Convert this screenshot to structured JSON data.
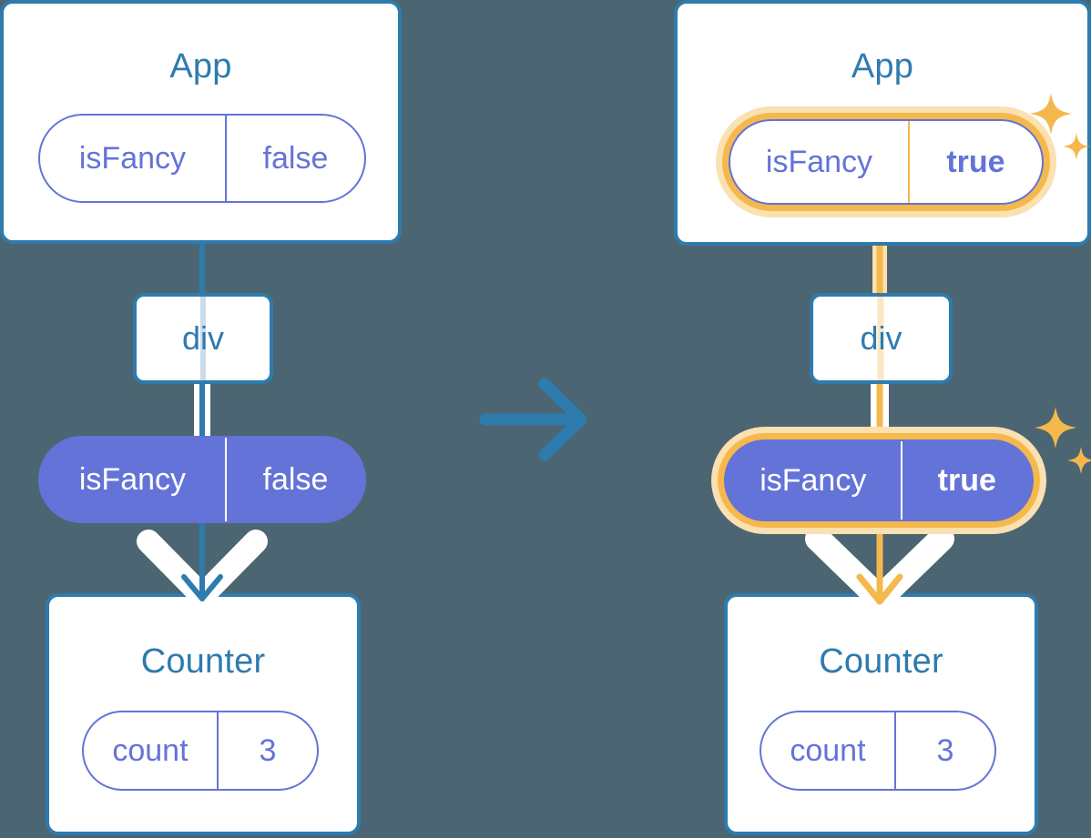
{
  "diagram": {
    "type": "react-state-propagation",
    "background_color": "#4C6572",
    "accent_blue": "#2E7BAE",
    "accent_purple": "#6473D8",
    "accent_orange": "#F5B84C",
    "accent_orange_glow": "#FBE0B0",
    "transition_arrow": "right-arrow"
  },
  "left": {
    "app": {
      "title": "App",
      "state_pill": {
        "key": "isFancy",
        "value": "false",
        "style": "outline",
        "highlighted": false
      }
    },
    "div": {
      "label": "div"
    },
    "prop_pill": {
      "key": "isFancy",
      "value": "false",
      "style": "filled",
      "highlighted": false
    },
    "counter": {
      "title": "Counter",
      "state_pill": {
        "key": "count",
        "value": "3",
        "style": "outline",
        "highlighted": false
      }
    },
    "connector_color": "#2E7BAE"
  },
  "right": {
    "app": {
      "title": "App",
      "state_pill": {
        "key": "isFancy",
        "value": "true",
        "style": "outline",
        "highlighted": true
      }
    },
    "div": {
      "label": "div"
    },
    "prop_pill": {
      "key": "isFancy",
      "value": "true",
      "style": "filled",
      "highlighted": true
    },
    "counter": {
      "title": "Counter",
      "state_pill": {
        "key": "count",
        "value": "3",
        "style": "outline",
        "highlighted": false
      }
    },
    "connector_color": "#F5B84C"
  }
}
